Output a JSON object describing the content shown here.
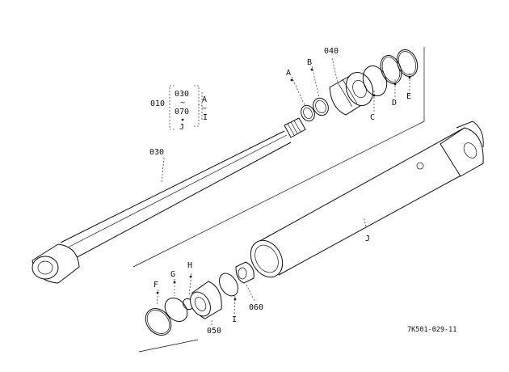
{
  "labels": {
    "assembly": "010",
    "range_top": "030",
    "range_tilde": "~",
    "range_bottom": "070",
    "range_sub": "J",
    "letter_range_top": "A",
    "letter_range_tilde": "~",
    "letter_range_bottom": "I",
    "rod": "030",
    "gland": "040",
    "piston": "050",
    "nut": "060",
    "A": "A",
    "B": "B",
    "C": "C",
    "D": "D",
    "E": "E",
    "F": "F",
    "G": "G",
    "H": "H",
    "I": "I",
    "J": "J"
  },
  "figure_code": "7K501-029-11"
}
